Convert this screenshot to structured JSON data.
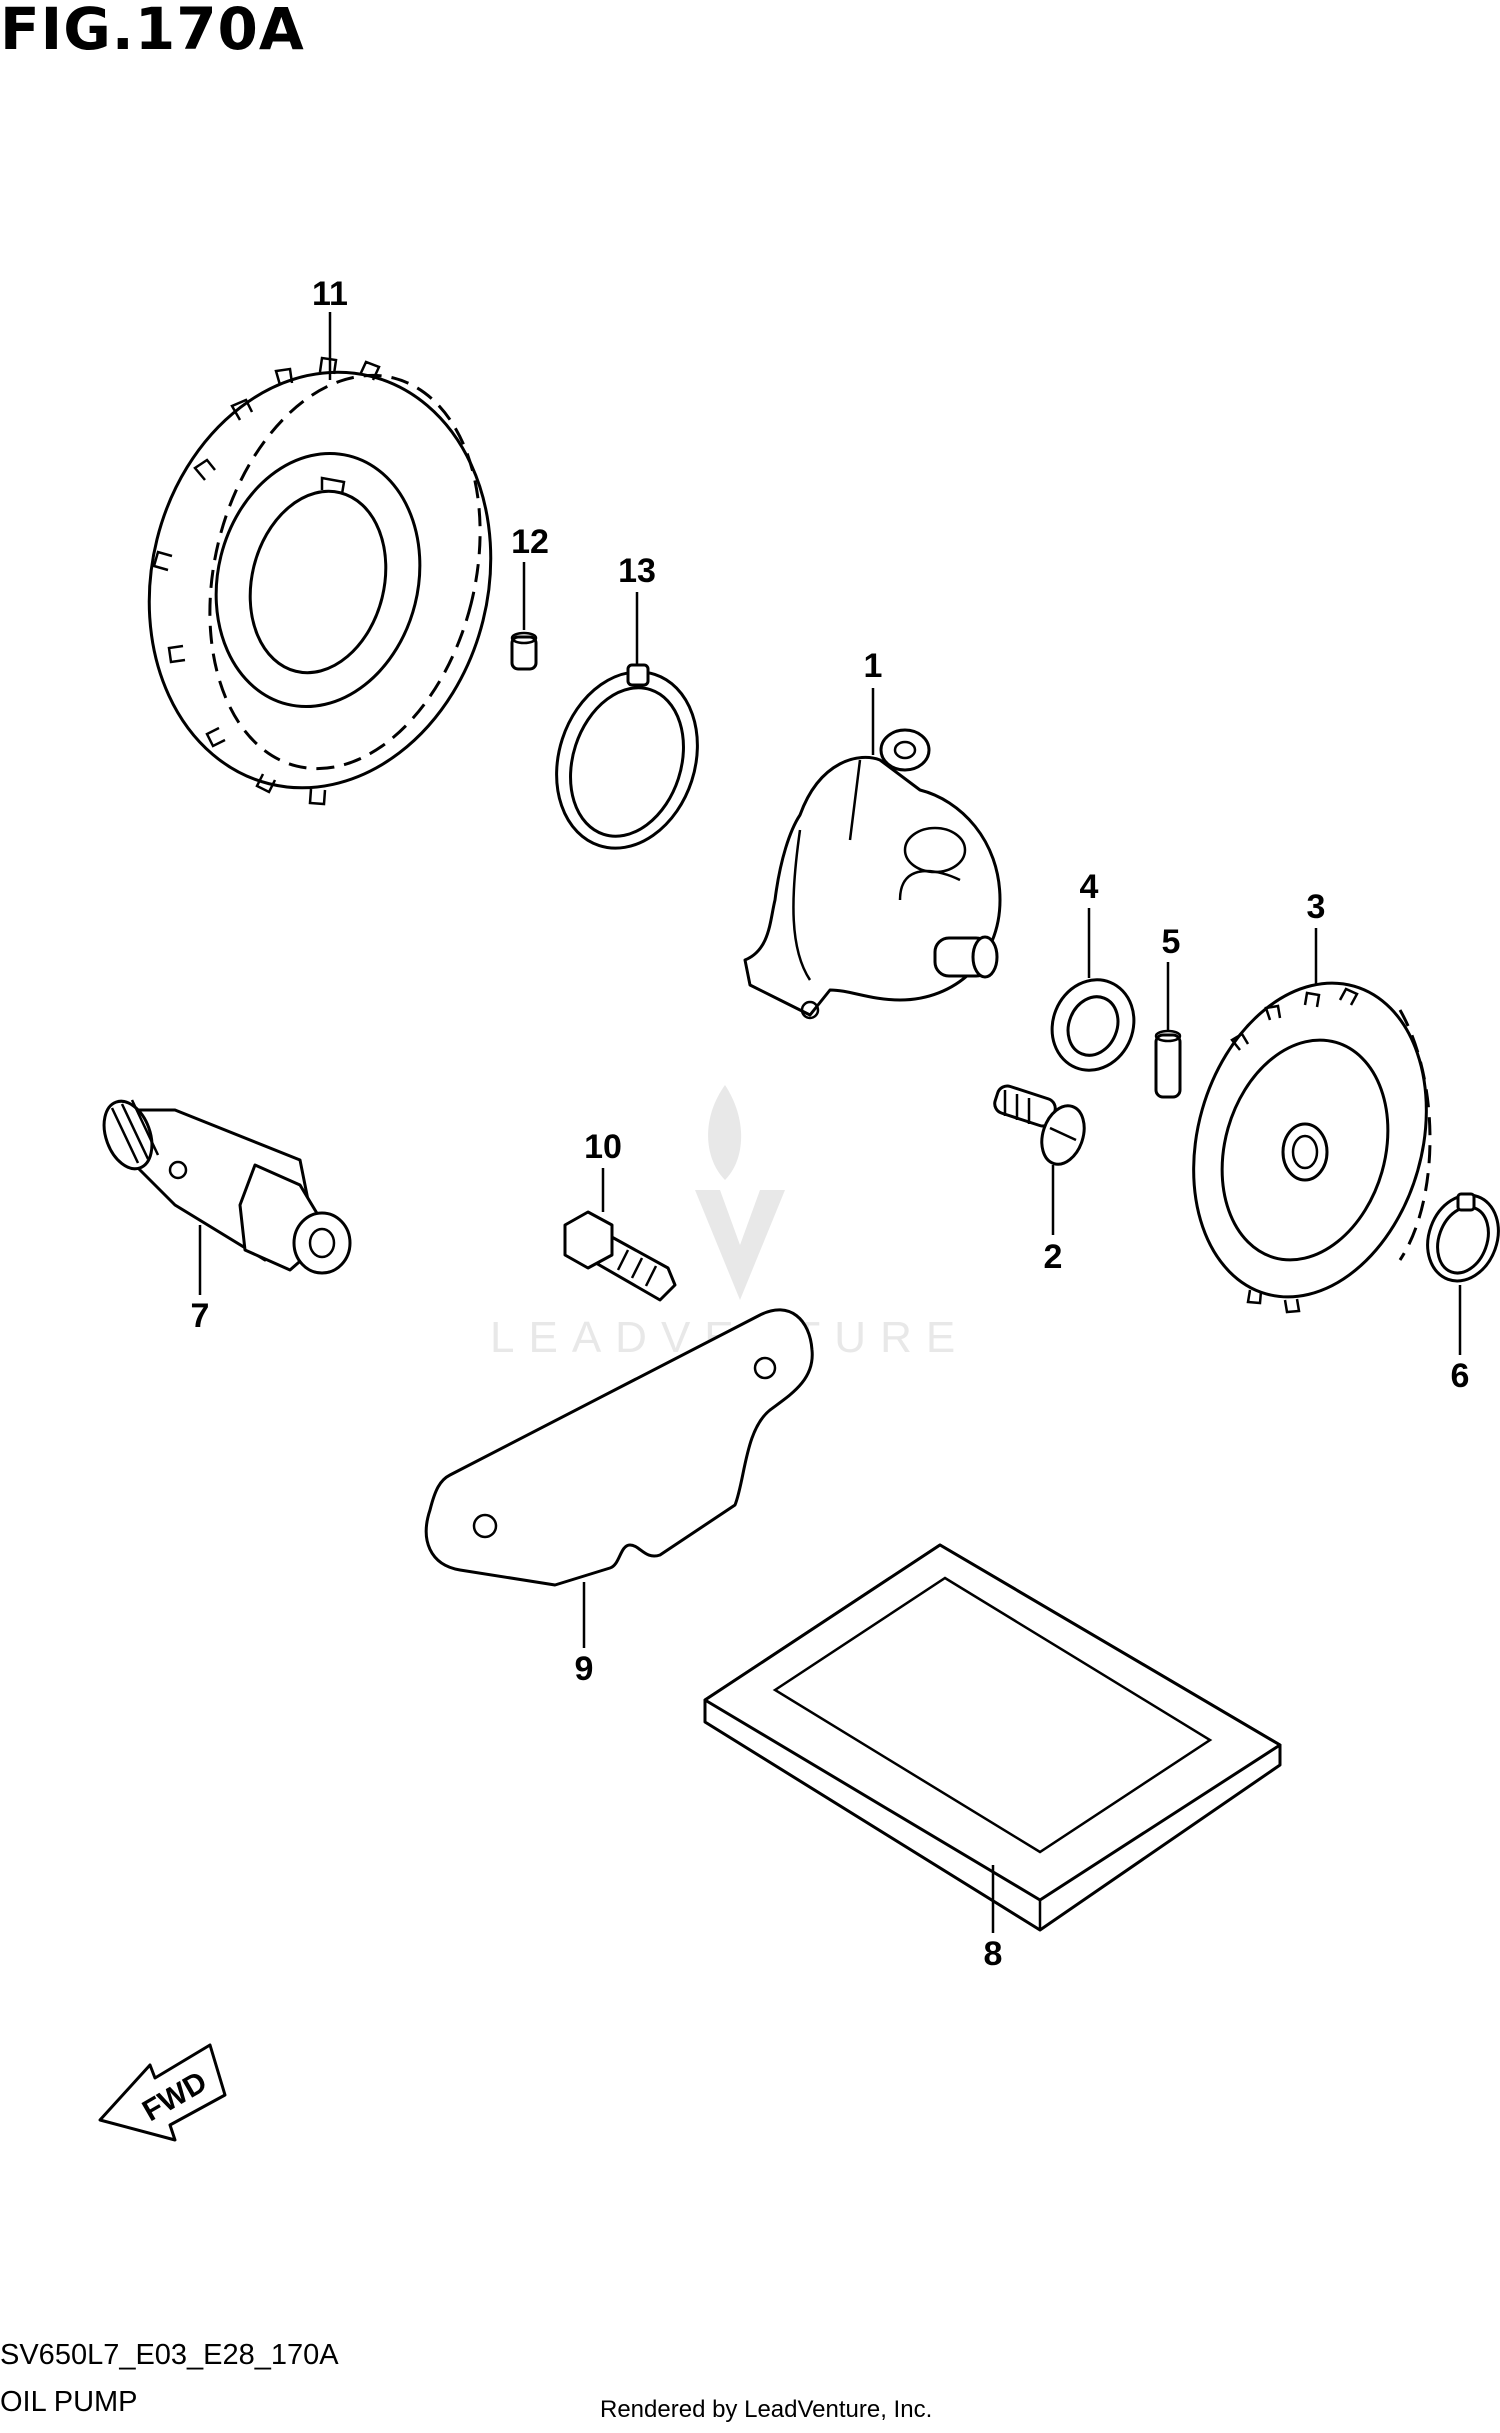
{
  "figure": {
    "title": "FIG.170A",
    "code": "SV650L7_E03_E28_170A",
    "name": "OIL PUMP",
    "rendered_by": "Rendered by LeadVenture, Inc.",
    "watermark": "LEADVENTURE",
    "fwd_label": "FWD"
  },
  "callouts": [
    {
      "id": "1",
      "label": "1"
    },
    {
      "id": "2",
      "label": "2"
    },
    {
      "id": "3",
      "label": "3"
    },
    {
      "id": "4",
      "label": "4"
    },
    {
      "id": "5",
      "label": "5"
    },
    {
      "id": "6",
      "label": "6"
    },
    {
      "id": "7",
      "label": "7"
    },
    {
      "id": "8",
      "label": "8"
    },
    {
      "id": "9",
      "label": "9"
    },
    {
      "id": "10",
      "label": "10"
    },
    {
      "id": "11",
      "label": "11"
    },
    {
      "id": "12",
      "label": "12"
    },
    {
      "id": "13",
      "label": "13"
    }
  ],
  "colors": {
    "line": "#000000",
    "background": "#ffffff",
    "watermark": "#e6e6e6"
  }
}
